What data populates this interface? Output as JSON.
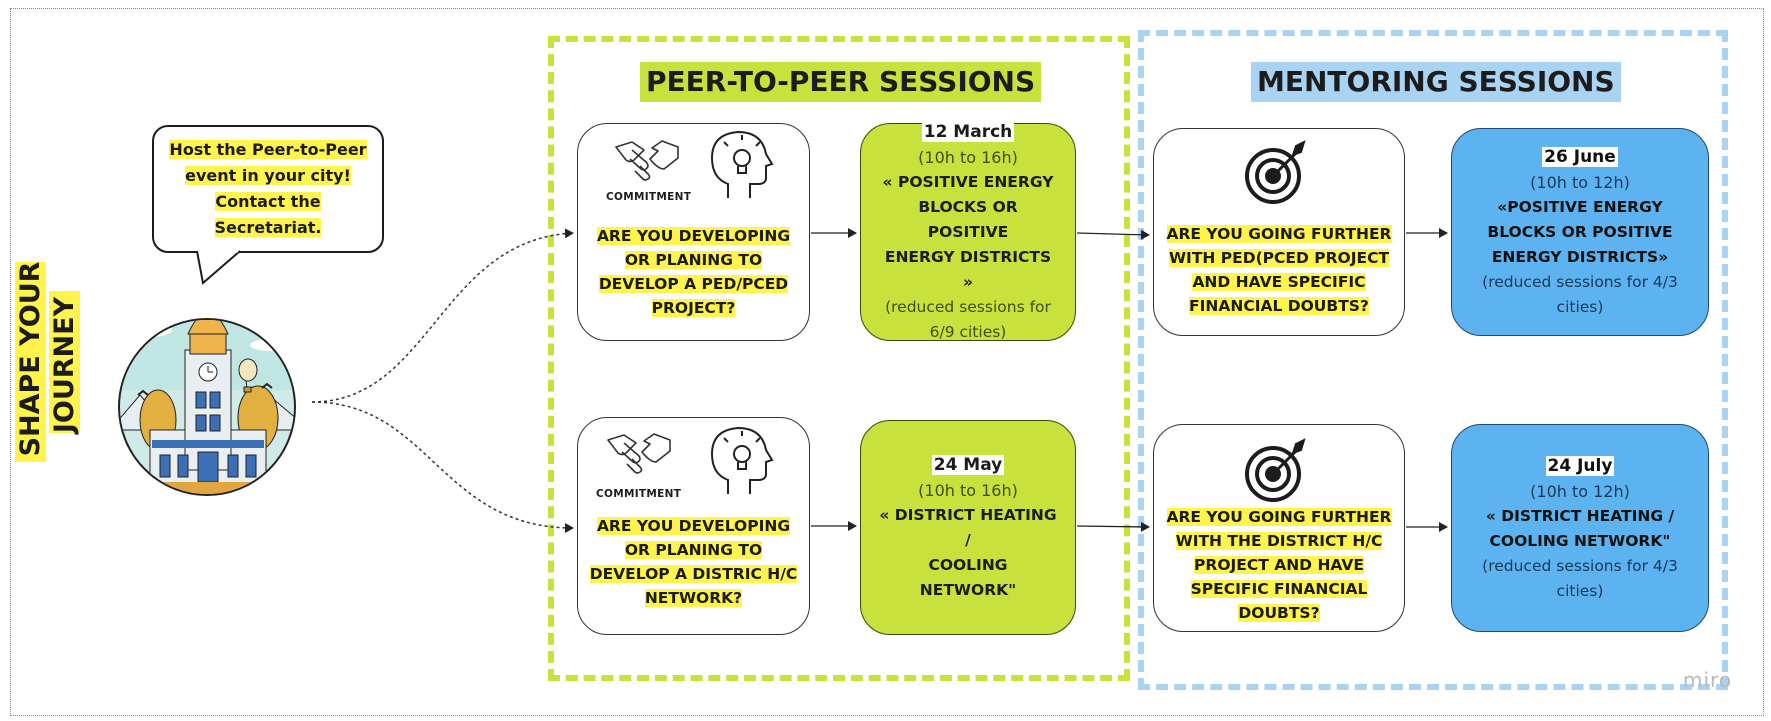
{
  "sidebar_title": "SHAPE YOUR JOURNEY",
  "speech_bubble": {
    "lines": [
      "Host the Peer-to-Peer",
      "event in your city!",
      "Contact the",
      "Secretariat."
    ]
  },
  "sections": {
    "peer": {
      "title": "PEER-TO-PEER SESSIONS",
      "color": "#c9e13c"
    },
    "mentoring": {
      "title": "MENTORING SESSIONS",
      "color": "#a9d3f2"
    }
  },
  "rows": [
    {
      "question": {
        "label": "COMMITMENT",
        "lines": [
          "ARE YOU DEVELOPING",
          "OR PLANING TO",
          "DEVELOP A PED/PCED",
          "PROJECT?"
        ]
      },
      "p2p": {
        "date": "12 March",
        "time": "(10h to 16h)",
        "topic": [
          "« POSITIVE ENERGY",
          "BLOCKS OR POSITIVE",
          "ENERGY DISTRICTS »"
        ],
        "note": [
          "(reduced sessions for",
          "6/9 cities)"
        ]
      },
      "mentor_question": {
        "lines": [
          "ARE YOU GOING FURTHER",
          "WITH PED(PCED PROJECT",
          "AND HAVE SPECIFIC",
          "FINANCIAL DOUBTS?"
        ]
      },
      "mentor": {
        "date": "26 June",
        "time": "(10h to 12h)",
        "topic": [
          "«POSITIVE ENERGY",
          "BLOCKS OR POSITIVE",
          "ENERGY DISTRICTS»"
        ],
        "note": [
          "(reduced sessions for 4/3",
          "cities)"
        ]
      }
    },
    {
      "question": {
        "label": "COMMITMENT",
        "lines": [
          "ARE YOU DEVELOPING",
          "OR PLANING TO",
          "DEVELOP A DISTRIC H/C",
          "NETWORK?"
        ]
      },
      "p2p": {
        "date": "24 May",
        "time": "(10h to 16h)",
        "topic": [
          "« DISTRICT HEATING /",
          "COOLING NETWORK\""
        ],
        "note": []
      },
      "mentor_question": {
        "lines": [
          "ARE YOU GOING FURTHER",
          "WITH THE DISTRICT H/C",
          "PROJECT AND HAVE",
          "SPECIFIC FINANCIAL",
          "DOUBTS?"
        ]
      },
      "mentor": {
        "date": "24 July",
        "time": "(10h to 12h)",
        "topic": [
          "« DISTRICT HEATING /",
          "COOLING NETWORK\""
        ],
        "note": [
          "(reduced sessions for 4/3",
          "cities)"
        ]
      }
    }
  ],
  "watermark": "miro",
  "icons": [
    "city-hall-icon",
    "handshake-icon",
    "idea-head-icon",
    "target-icon"
  ]
}
